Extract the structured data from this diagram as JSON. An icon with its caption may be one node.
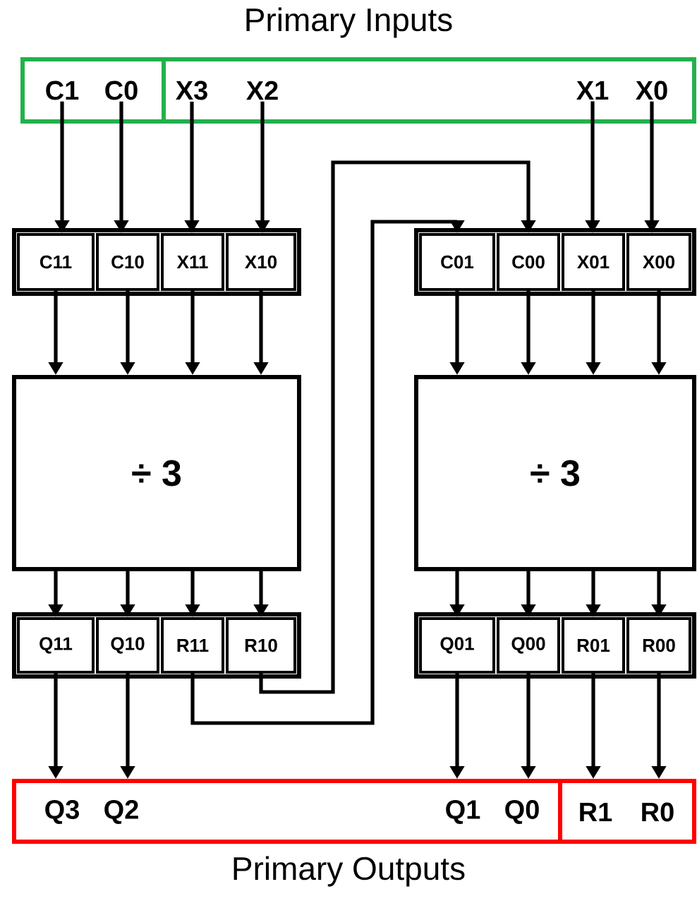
{
  "diagram": {
    "title": "Primary Inputs",
    "caption": "Primary Outputs",
    "nodes": [
      {
        "text": [],
        "shape": "box"
      },
      {
        "text": [
          "C1"
        ],
        "in": 0
      },
      {
        "text": [
          "C0"
        ],
        "in": 0
      },
      {
        "text": [],
        "shape": "box"
      },
      {
        "text": [
          "X3"
        ],
        "in": 3
      },
      {
        "text": [
          "X2"
        ],
        "in": 3
      },
      {
        "text": [
          "X1"
        ],
        "in": 3
      },
      {
        "text": [
          "X0"
        ],
        "in": 3
      },
      {
        "text": [],
        "shape": "box"
      },
      {
        "text": [
          "C11"
        ],
        "in": 8
      },
      {
        "text": [
          "C10"
        ],
        "in": 8
      },
      {
        "text": [
          "X11"
        ],
        "in": 8
      },
      {
        "text": [
          "X10"
        ],
        "in": 8
      },
      {
        "text": [],
        "shape": "box"
      },
      {
        "text": [
          "C01"
        ],
        "in": 13
      },
      {
        "text": [
          "C00"
        ],
        "in": 13
      },
      {
        "text": [
          "X01"
        ],
        "in": 13
      },
      {
        "text": [
          "X00"
        ],
        "in": 13
      },
      {
        "text": [
          "÷ 3"
        ]
      },
      {
        "text": [
          "÷ 3"
        ]
      },
      {
        "text": [],
        "shape": "box"
      },
      {
        "text": [
          "Q11"
        ],
        "in": 20
      },
      {
        "text": [
          "Q10"
        ],
        "in": 20
      },
      {
        "text": [
          "R11"
        ],
        "in": 20
      },
      {
        "text": [
          "R10"
        ],
        "in": 20
      },
      {
        "text": [],
        "shape": "box"
      },
      {
        "text": [
          "Q01"
        ],
        "in": 25
      },
      {
        "text": [
          "Q00"
        ],
        "in": 25
      },
      {
        "text": [
          "R01"
        ],
        "in": 25
      },
      {
        "text": [
          "R00"
        ],
        "in": 25
      },
      {
        "text": [],
        "shape": "box"
      },
      {
        "text": [
          "Q3"
        ],
        "in": 30
      },
      {
        "text": [
          "Q2"
        ],
        "in": 30
      },
      {
        "text": [
          "Q1"
        ],
        "in": 30
      },
      {
        "text": [
          "Q0"
        ],
        "in": 30
      },
      {
        "text": [],
        "shape": "box"
      },
      {
        "text": [
          "R1"
        ],
        "in": 35
      },
      {
        "text": [
          "R0"
        ],
        "in": 35
      }
    ],
    "edges": [
      {
        "from": 1,
        "to": 9,
        "arrow": "to"
      },
      {
        "from": 2,
        "to": 10,
        "arrow": "to"
      },
      {
        "from": 4,
        "to": 11,
        "arrow": "to"
      },
      {
        "from": 5,
        "to": 12,
        "arrow": "to"
      },
      {
        "from": 6,
        "to": 16,
        "arrow": "to"
      },
      {
        "from": 7,
        "to": 17,
        "arrow": "to"
      },
      {
        "from": 24,
        "to": 15,
        "arrow": "to"
      },
      {
        "from": 23,
        "to": 14,
        "arrow": "to"
      },
      {
        "from": 9,
        "to": 18,
        "arrow": "to"
      },
      {
        "from": 10,
        "to": 18,
        "arrow": "to"
      },
      {
        "from": 11,
        "to": 18,
        "arrow": "to"
      },
      {
        "from": 12,
        "to": 18,
        "arrow": "to"
      },
      {
        "from": 14,
        "to": 19,
        "arrow": "to"
      },
      {
        "from": 15,
        "to": 19,
        "arrow": "to"
      },
      {
        "from": 16,
        "to": 19,
        "arrow": "to"
      },
      {
        "from": 17,
        "to": 19,
        "arrow": "to"
      },
      {
        "from": 18,
        "to": 21,
        "arrow": "to"
      },
      {
        "from": 18,
        "to": 22,
        "arrow": "to"
      },
      {
        "from": 18,
        "to": 23,
        "arrow": "to"
      },
      {
        "from": 18,
        "to": 24,
        "arrow": "to"
      },
      {
        "from": 19,
        "to": 26,
        "arrow": "to"
      },
      {
        "from": 19,
        "to": 27,
        "arrow": "to"
      },
      {
        "from": 19,
        "to": 28,
        "arrow": "to"
      },
      {
        "from": 19,
        "to": 29,
        "arrow": "to"
      },
      {
        "from": 21,
        "to": 31,
        "arrow": "to"
      },
      {
        "from": 22,
        "to": 32,
        "arrow": "to"
      },
      {
        "from": 26,
        "to": 33,
        "arrow": "to"
      },
      {
        "from": 27,
        "to": 34,
        "arrow": "to"
      },
      {
        "from": 28,
        "to": 36,
        "arrow": "to"
      },
      {
        "from": 29,
        "to": 37,
        "arrow": "to"
      }
    ]
  }
}
